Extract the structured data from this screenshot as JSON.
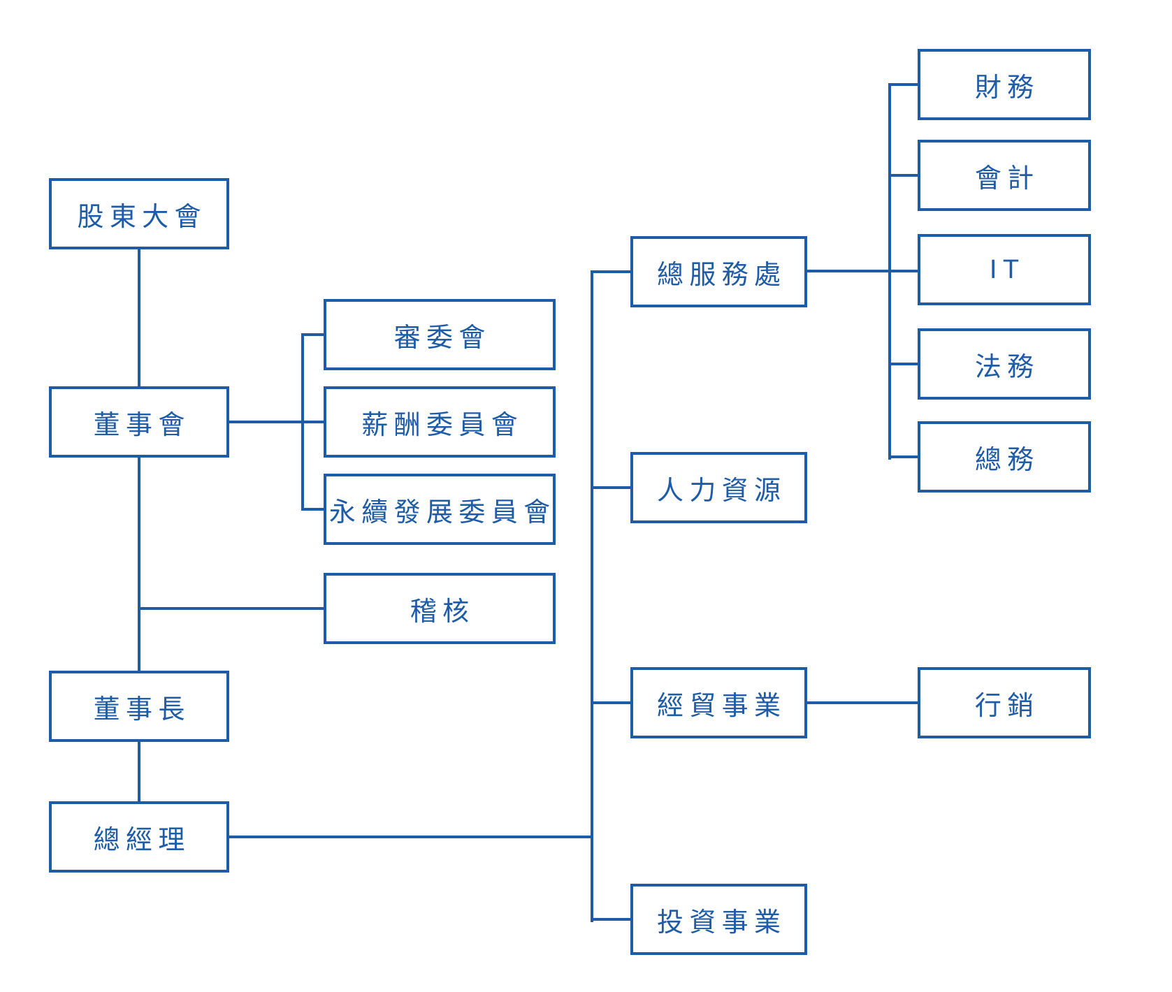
{
  "diagram": {
    "type": "org-chart",
    "language": "zh-TW",
    "accent_color": "#1E5CA8",
    "background_color": "#FFFFFF",
    "nodes": [
      {
        "id": "shareholders-meeting",
        "label": "股東大會"
      },
      {
        "id": "board-of-directors",
        "label": "董事會"
      },
      {
        "id": "chairman",
        "label": "董事長"
      },
      {
        "id": "general-manager",
        "label": "總經理"
      },
      {
        "id": "audit-committee",
        "label": "審委會"
      },
      {
        "id": "compensation-committee",
        "label": "薪酬委員會"
      },
      {
        "id": "sustainability-committee",
        "label": "永續發展委員會"
      },
      {
        "id": "internal-audit",
        "label": "稽核"
      },
      {
        "id": "general-services-office",
        "label": "總服務處"
      },
      {
        "id": "human-resources",
        "label": "人力資源"
      },
      {
        "id": "trade-business",
        "label": "經貿事業"
      },
      {
        "id": "investment-business",
        "label": "投資事業"
      },
      {
        "id": "finance",
        "label": "財務"
      },
      {
        "id": "accounting",
        "label": "會計"
      },
      {
        "id": "it",
        "label": "IT"
      },
      {
        "id": "legal",
        "label": "法務"
      },
      {
        "id": "general-affairs",
        "label": "總務"
      },
      {
        "id": "marketing",
        "label": "行銷"
      }
    ],
    "edges": [
      {
        "from": "shareholders-meeting",
        "to": "board-of-directors"
      },
      {
        "from": "board-of-directors",
        "to": "audit-committee"
      },
      {
        "from": "board-of-directors",
        "to": "compensation-committee"
      },
      {
        "from": "board-of-directors",
        "to": "sustainability-committee"
      },
      {
        "from": "board-of-directors",
        "to": "internal-audit"
      },
      {
        "from": "board-of-directors",
        "to": "chairman"
      },
      {
        "from": "chairman",
        "to": "general-manager"
      },
      {
        "from": "general-manager",
        "to": "general-services-office"
      },
      {
        "from": "general-manager",
        "to": "human-resources"
      },
      {
        "from": "general-manager",
        "to": "trade-business"
      },
      {
        "from": "general-manager",
        "to": "investment-business"
      },
      {
        "from": "general-services-office",
        "to": "finance"
      },
      {
        "from": "general-services-office",
        "to": "accounting"
      },
      {
        "from": "general-services-office",
        "to": "it"
      },
      {
        "from": "general-services-office",
        "to": "legal"
      },
      {
        "from": "general-services-office",
        "to": "general-affairs"
      },
      {
        "from": "trade-business",
        "to": "marketing"
      }
    ]
  }
}
